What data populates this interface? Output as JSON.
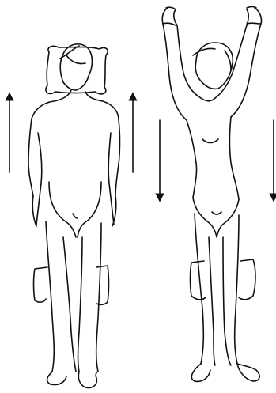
{
  "colors": {
    "ink": "#111111",
    "background": "#ffffff"
  },
  "figures": [
    {
      "name": "figure-lying-arms-down",
      "arrows": [
        "up",
        "up"
      ],
      "pillow": true,
      "foot_blocks": 2
    },
    {
      "name": "figure-arms-raised",
      "arrows": [
        "down",
        "down"
      ],
      "pillow": false,
      "foot_blocks": 2
    }
  ]
}
